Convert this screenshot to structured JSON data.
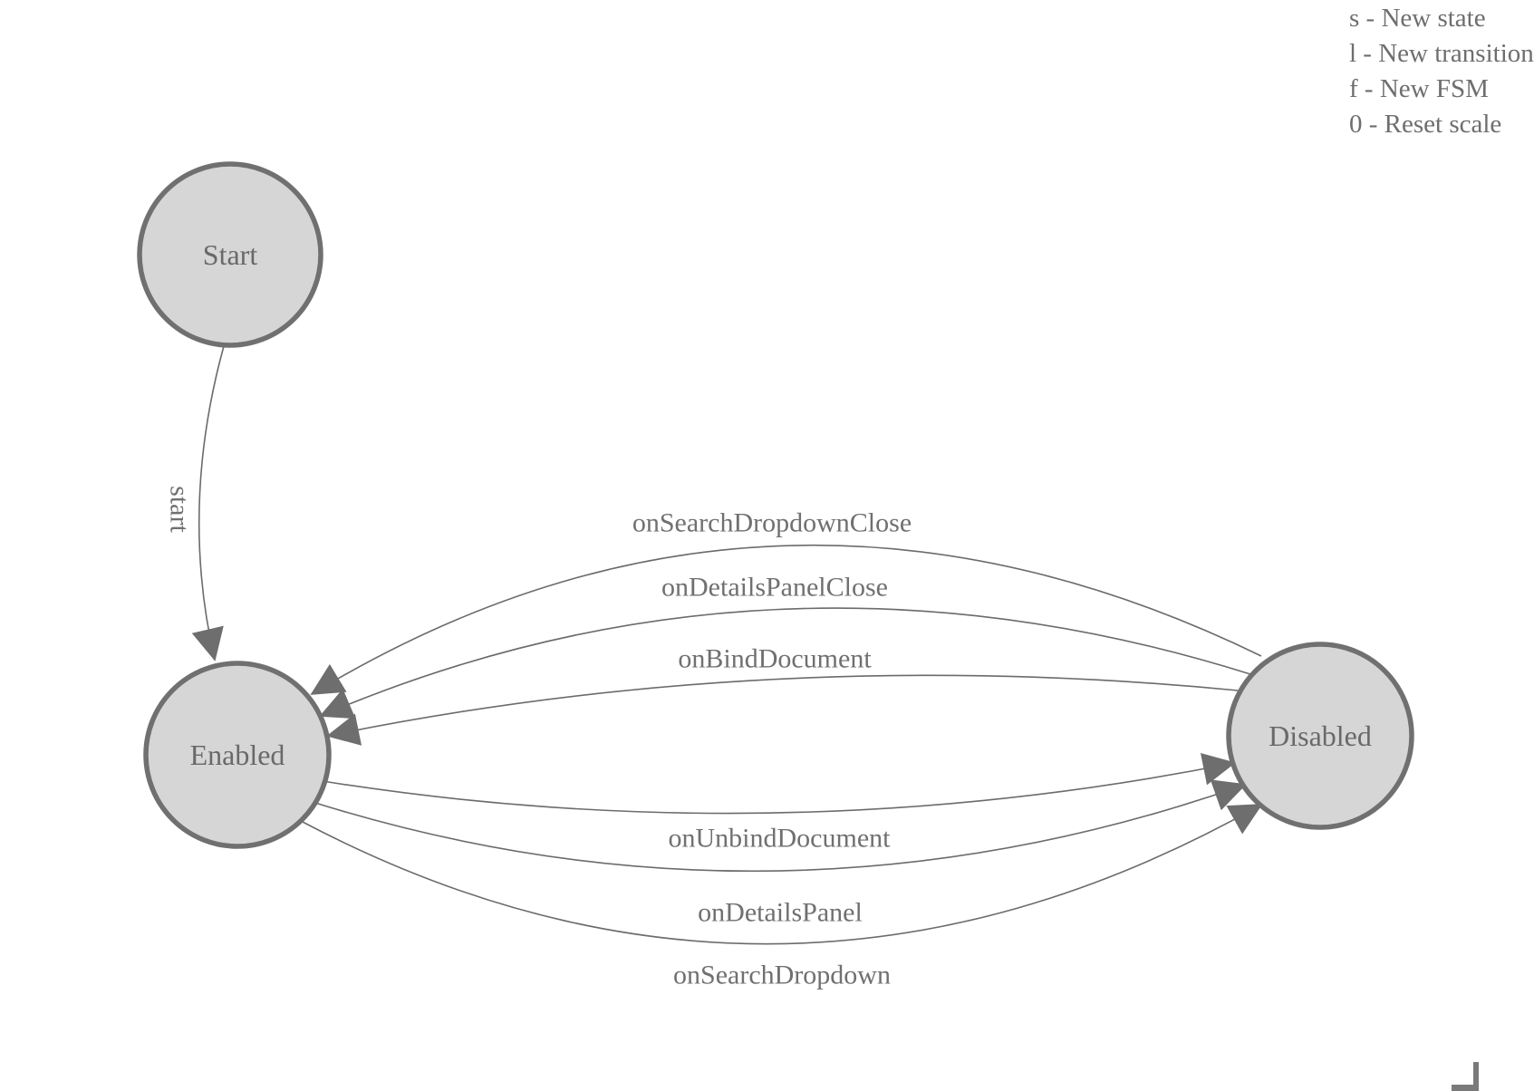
{
  "diagram": {
    "states": [
      {
        "id": "start",
        "label": "Start"
      },
      {
        "id": "enabled",
        "label": "Enabled"
      },
      {
        "id": "disabled",
        "label": "Disabled"
      }
    ],
    "transitions": [
      {
        "label": "start",
        "from": "Start",
        "to": "Enabled"
      },
      {
        "label": "onSearchDropdownClose",
        "from": "Disabled",
        "to": "Enabled"
      },
      {
        "label": "onDetailsPanelClose",
        "from": "Disabled",
        "to": "Enabled"
      },
      {
        "label": "onBindDocument",
        "from": "Disabled",
        "to": "Enabled"
      },
      {
        "label": "onUnbindDocument",
        "from": "Enabled",
        "to": "Disabled"
      },
      {
        "label": "onDetailsPanel",
        "from": "Enabled",
        "to": "Disabled"
      },
      {
        "label": "onSearchDropdown",
        "from": "Enabled",
        "to": "Disabled"
      }
    ]
  },
  "shortcuts": {
    "lines": [
      "s - New state",
      "l - New transition",
      "f - New FSM",
      "0 - Reset scale"
    ]
  },
  "colors": {
    "background": "#ffffff",
    "state_fill": "#d6d6d6",
    "state_stroke": "#707070",
    "edge": "#6b6b6b",
    "arrow": "#6e6e6e",
    "text": "#6f6f6f"
  }
}
